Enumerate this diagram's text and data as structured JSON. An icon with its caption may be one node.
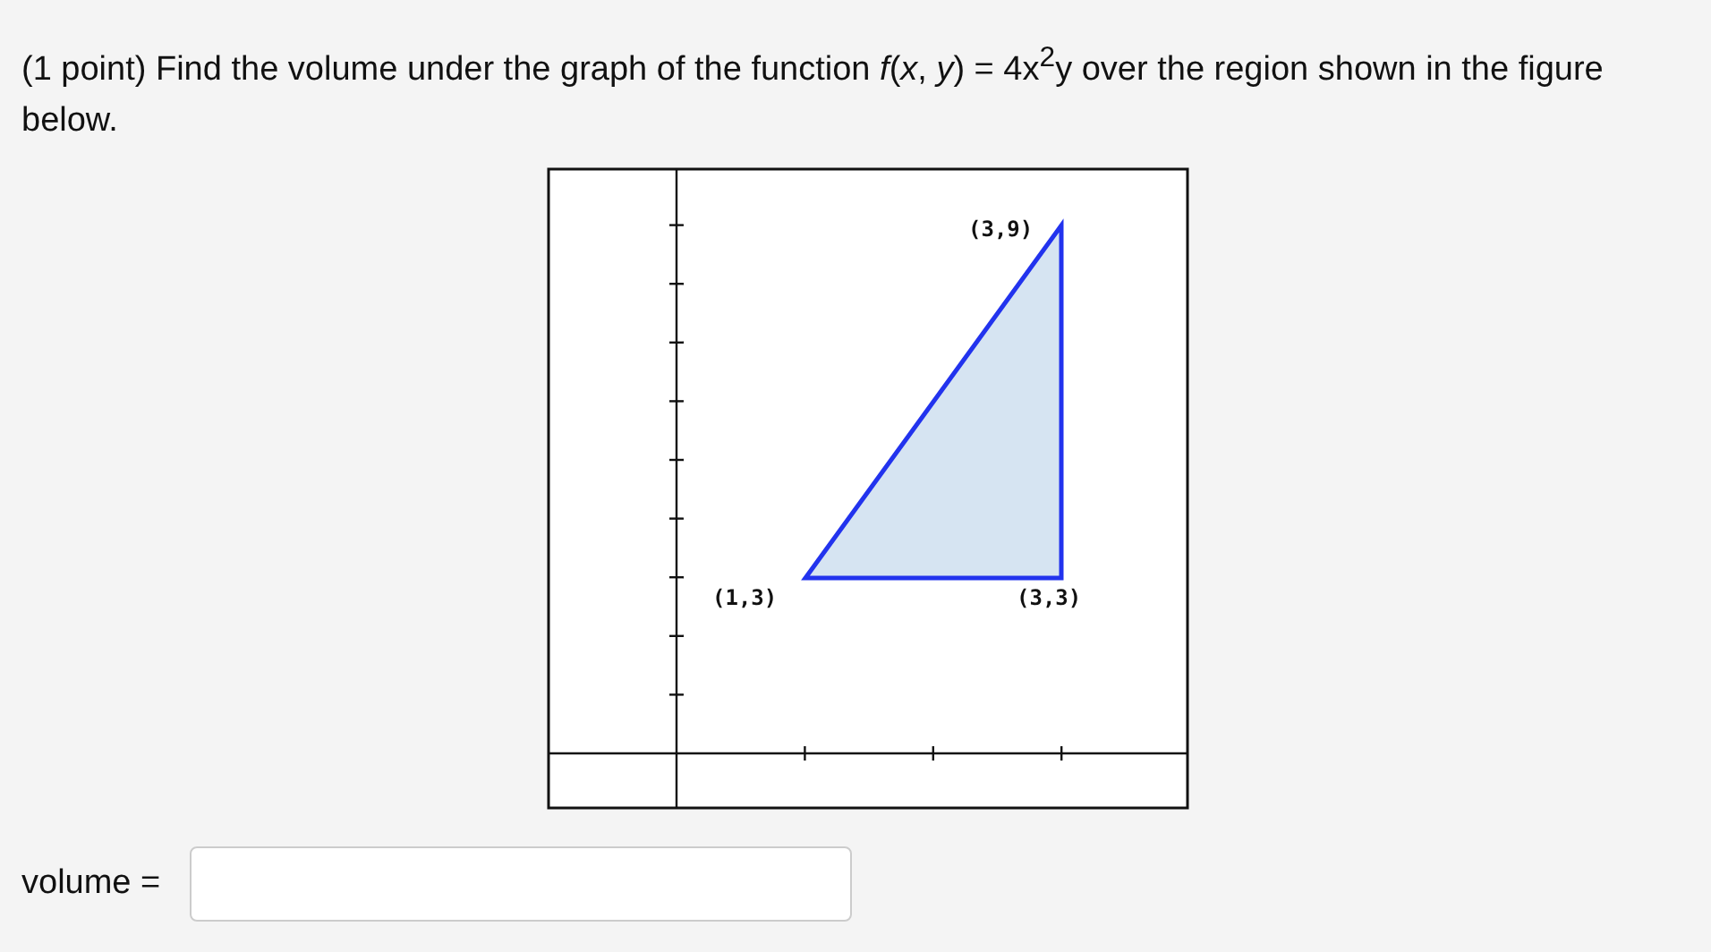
{
  "diagram": {
    "title": "(1 point) Find the volume under the graph of the function *f*(*x*, *y*) = 4x$^{2}$y over the region shown in the figure below.",
    "labels": [
      "(3,9)",
      "(1,3)",
      "(3,3)",
      "volume ="
    ]
  }
}
